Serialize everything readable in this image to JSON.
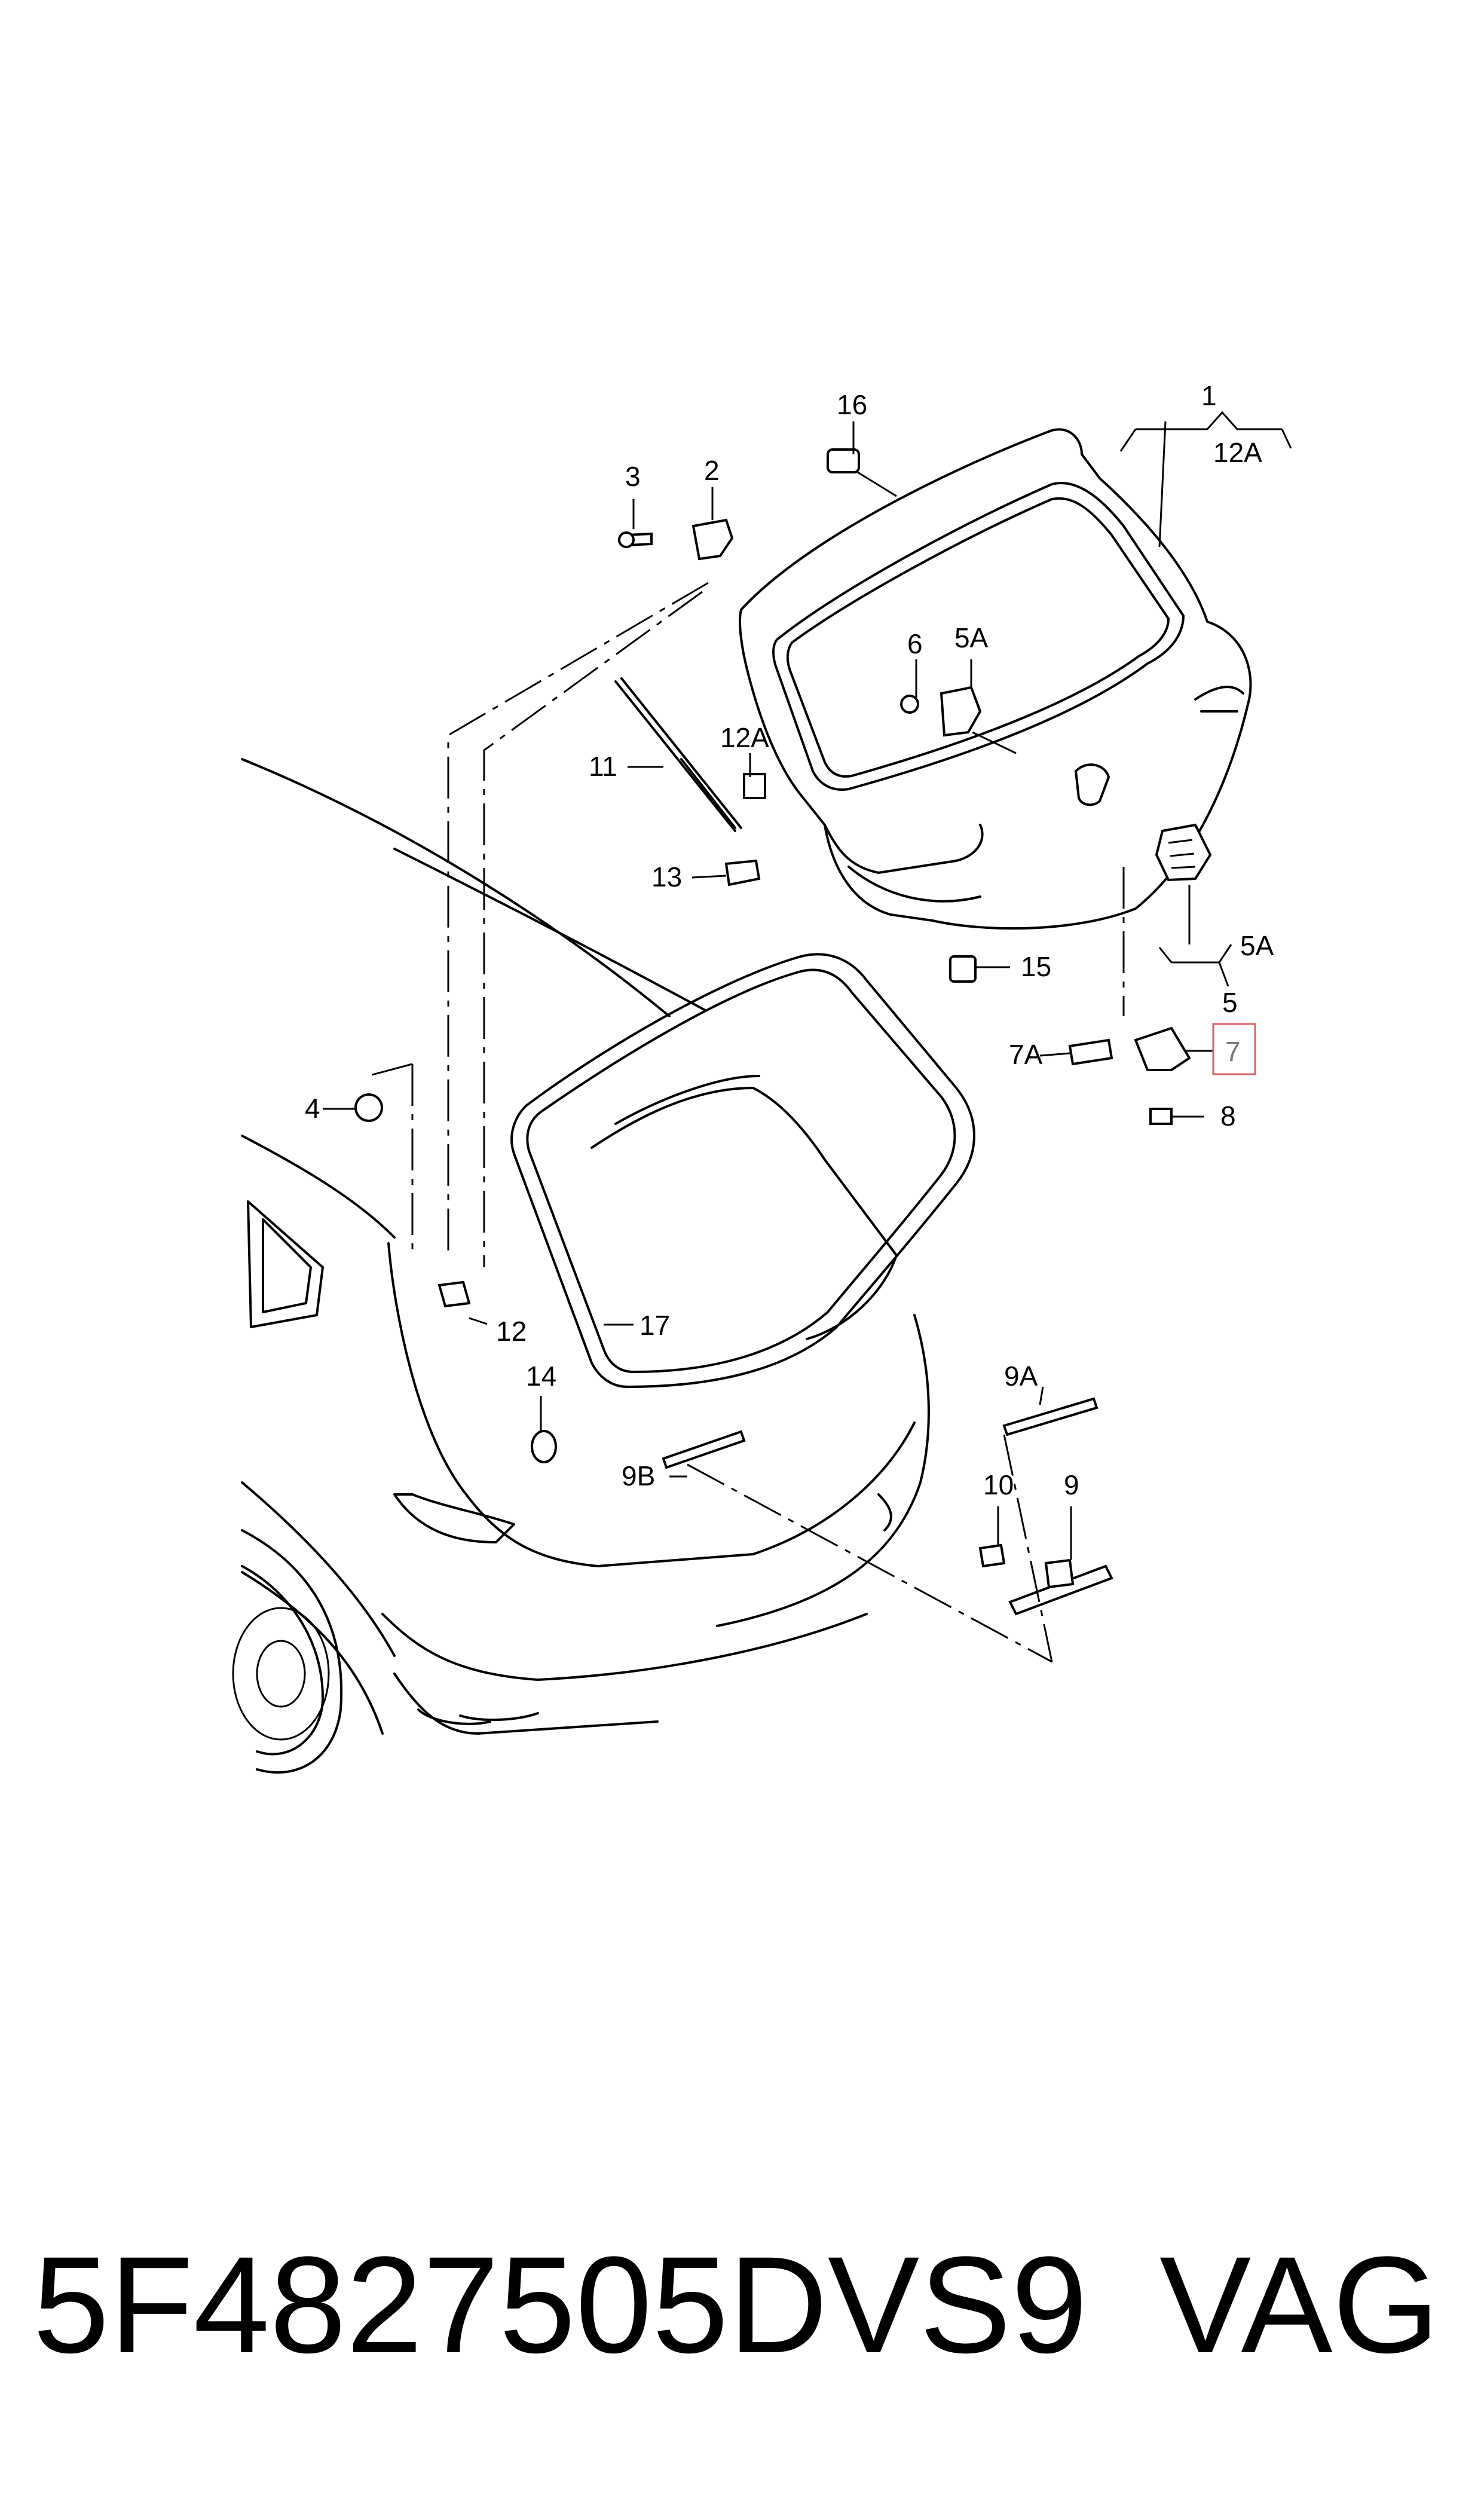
{
  "diagram": {
    "callouts": {
      "c1": "1",
      "c12A_top": "12A",
      "c16": "16",
      "c3": "3",
      "c2": "2",
      "c6": "6",
      "c5A_top": "5A",
      "c11": "11",
      "c12A_mid": "12A",
      "c13": "13",
      "c15": "15",
      "c5A_right": "5A",
      "c5": "5",
      "c7A": "7A",
      "c7": "7",
      "c8": "8",
      "c4": "4",
      "c12": "12",
      "c17": "17",
      "c14": "14",
      "c9A": "9A",
      "c9B": "9B",
      "c10": "10",
      "c9": "9"
    },
    "highlighted_part": "7",
    "highlight_color": "#e06060"
  },
  "footer": {
    "part_number": "5F4827505DVS9",
    "brand": "VAG"
  }
}
